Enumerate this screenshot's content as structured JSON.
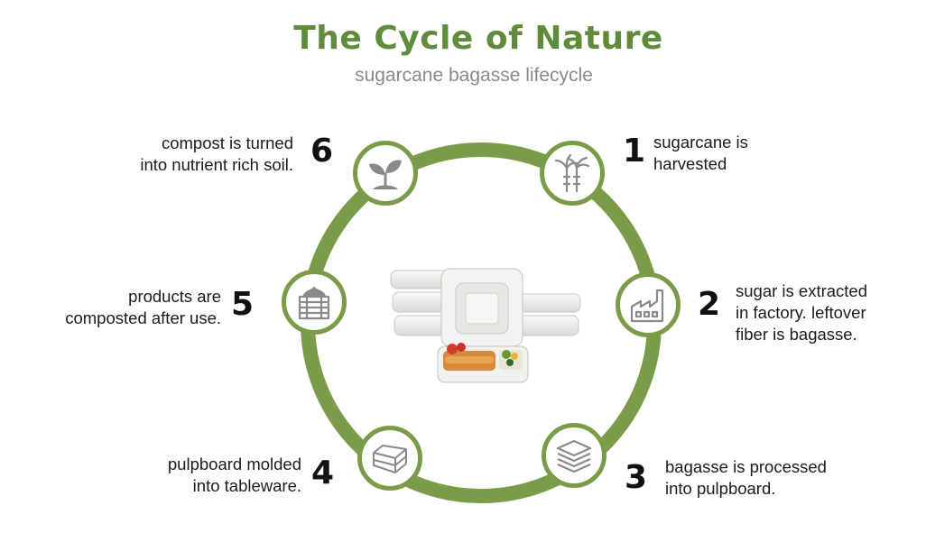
{
  "title": "The Cycle of Nature",
  "subtitle": "sugarcane bagasse lifecycle",
  "colors": {
    "accent_green": "#7a9c48",
    "title_green": "#5e8c3a",
    "icon_gray": "#8a8a8a"
  },
  "steps": [
    {
      "number": "1",
      "lines": [
        "sugarcane is",
        "harvested"
      ],
      "icon": "sugarcane-icon"
    },
    {
      "number": "2",
      "lines": [
        "sugar is extracted",
        "in factory. leftover",
        "fiber is bagasse."
      ],
      "icon": "factory-icon"
    },
    {
      "number": "3",
      "lines": [
        "bagasse is processed",
        "into pulpboard."
      ],
      "icon": "stacked-layers-icon"
    },
    {
      "number": "4",
      "lines": [
        "pulpboard molded",
        "into tableware."
      ],
      "icon": "food-container-icon"
    },
    {
      "number": "5",
      "lines": [
        "products are",
        "composted after use."
      ],
      "icon": "compost-bin-icon"
    },
    {
      "number": "6",
      "lines": [
        "compost is turned",
        "into nutrient rich soil."
      ],
      "icon": "seedling-icon"
    }
  ],
  "center_image": "bagasse-tableware-photo"
}
